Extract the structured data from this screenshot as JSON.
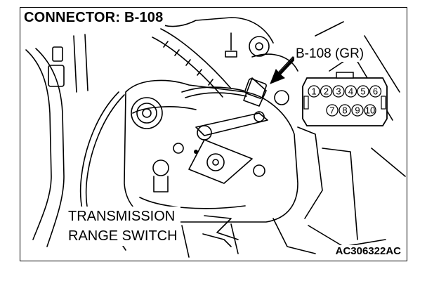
{
  "diagram": {
    "title": "CONNECTOR: B-108",
    "connector_callout": "B-108 (GR)",
    "part_label_line1": "TRANSMISSION",
    "part_label_line2": "RANGE SWITCH",
    "reference_code": "AC306322AC",
    "connector_pins_top": [
      "1",
      "2",
      "3",
      "4",
      "5",
      "6"
    ],
    "connector_pins_bottom": [
      "7",
      "8",
      "9",
      "10"
    ]
  }
}
